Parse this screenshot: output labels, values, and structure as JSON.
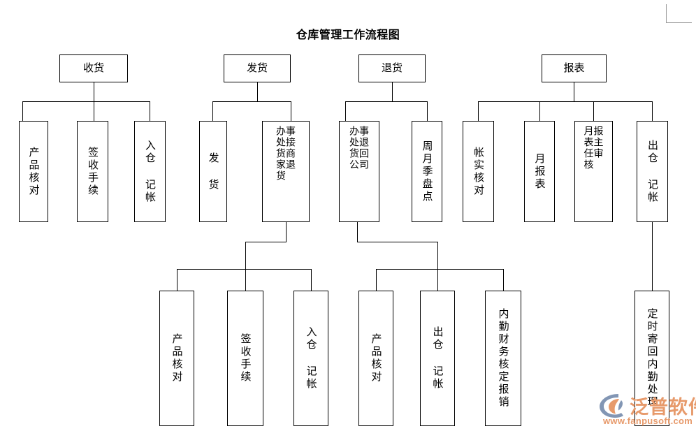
{
  "title": "仓库管理工作流程图",
  "watermark": {
    "brand": "泛普软件",
    "url": "www.fanpusoft.com",
    "logo_icon": "fanpu-logo-icon",
    "brand_color": "#e79a6b",
    "logo_accent_color": "#8296b4"
  },
  "theme": {
    "line_color": "#000000",
    "box_fill": "#ffffff",
    "text_color": "#000000",
    "corner_mark_color": "#9a9a9a"
  },
  "chart_data": {
    "type": "diagram",
    "diagram_kind": "flowchart-tree",
    "title": "仓库管理工作流程图",
    "orientation": "top-down",
    "branches": [
      {
        "id": "receiving",
        "root": "收货",
        "children": [
          "产品核对",
          "签收手续",
          "入仓 记帐"
        ]
      },
      {
        "id": "shipping",
        "root": "发货",
        "children": [
          "发 货",
          "接商家退货事处办"
        ],
        "sub": {
          "parent": "接商家退货事处办",
          "children": [
            "产品核对",
            "签收手续",
            "入仓 记帐"
          ]
        }
      },
      {
        "id": "returns",
        "root": "退货",
        "children": [
          "退回公司事处办",
          "周月季盘点"
        ],
        "sub": {
          "parent": "退回公司事处办",
          "children": [
            "产品核对",
            "出仓 记帐",
            "内勤财务核定报销"
          ]
        }
      },
      {
        "id": "reports",
        "root": "报表",
        "children": [
          "帐实核对",
          "月报表",
          "报表主任审核",
          "出仓 记帐"
        ],
        "sub": {
          "parent": "出仓 记帐",
          "children": [
            "定时寄回内勤处理"
          ]
        }
      }
    ]
  },
  "nodes": {
    "receiving_root": "收货",
    "shipping_root": "发货",
    "returns_root": "退货",
    "reports_root": "报表",
    "recv_c1": "产品核对",
    "recv_c2": "签收手续",
    "recv_c3": "入仓 记帐",
    "ship_c1": "发 货",
    "ship_c2_right": "事接商退",
    "ship_c2_left": "办处货家货",
    "ret_c1_right": "事退回司",
    "ret_c1_left": "办处货公",
    "ret_c2": "周月季盘点",
    "rep_c1": "帐实核对",
    "rep_c2": "月报表",
    "rep_c3_right": "报主审",
    "rep_c3_left": "月表任核",
    "rep_c4": "出仓 记帐",
    "ship_b1": "产品核对",
    "ship_b2": "签收手续",
    "ship_b3": "入仓 记帐",
    "ret_b1": "产品核对",
    "ret_b2": "出仓 记帐",
    "ret_b3": "内勤财务核定报销",
    "rep_b1": "定时寄回内勤处理"
  }
}
